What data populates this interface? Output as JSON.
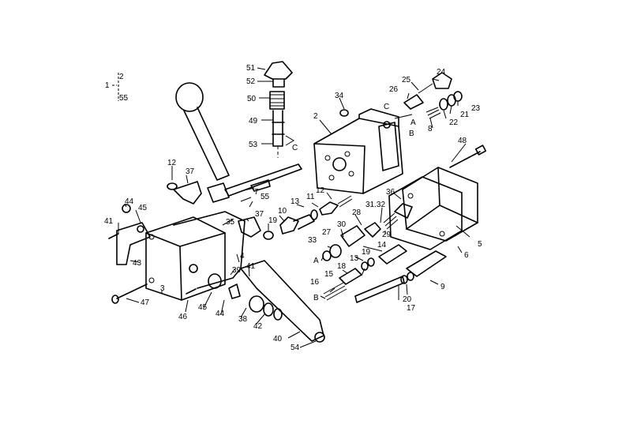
{
  "legend": {
    "main": "1",
    "sub": [
      "2",
      "55"
    ]
  },
  "callouts": {
    "c51": "51",
    "c52": "52",
    "c50": "50",
    "c49": "49",
    "c53": "53",
    "c34": "34",
    "c2": "2",
    "cC1": "C",
    "cA1": "A",
    "cB1": "B",
    "c24": "24",
    "c25": "25",
    "c26": "26",
    "c8": "8",
    "c22": "22",
    "c21": "21",
    "c23": "23",
    "c48": "48",
    "c12a": "12",
    "c37a": "37",
    "c7": "7",
    "c55": "55",
    "cC2": "C",
    "c44a": "44",
    "c45a": "45",
    "c41": "41",
    "c43": "43",
    "c35": "35",
    "c37b": "37",
    "c19a": "19",
    "c10": "10",
    "c13a": "13",
    "c11": "11",
    "c12b": "12",
    "c3132": "31.32",
    "c36": "36",
    "c28": "28",
    "c30": "30",
    "c29": "29",
    "c27": "27",
    "c33": "33",
    "cA2": "A",
    "c14": "14",
    "c18": "18",
    "c13b": "13",
    "c19b": "19",
    "c15": "15",
    "c16": "16",
    "cB2": "B",
    "c5": "5",
    "c6": "6",
    "c9": "9",
    "c20": "20",
    "c17": "17",
    "c4": "4",
    "c39": "39",
    "c41b": "41",
    "c47": "47",
    "c3": "3",
    "c46": "46",
    "c45b": "45",
    "c44b": "44",
    "c38": "38",
    "c42": "42",
    "c40": "40",
    "c54": "54"
  }
}
